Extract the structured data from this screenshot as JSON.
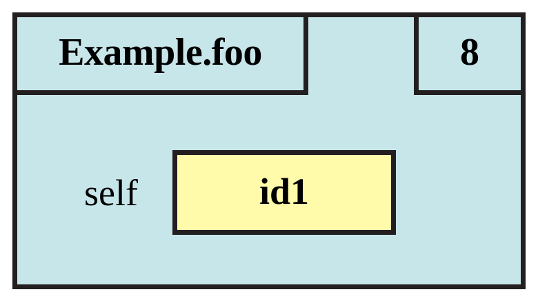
{
  "diagram": {
    "kind": "stack-frame-object-diagram",
    "colors": {
      "frame_fill": "#c7e6ea",
      "value_box_fill": "#fffbab",
      "border": "#231f20",
      "text": "#000000",
      "page_background": "#ffffff"
    },
    "frame": {
      "title": "Example.foo",
      "counter": "8",
      "bindings": [
        {
          "name": "self",
          "value": "id1"
        }
      ]
    }
  }
}
